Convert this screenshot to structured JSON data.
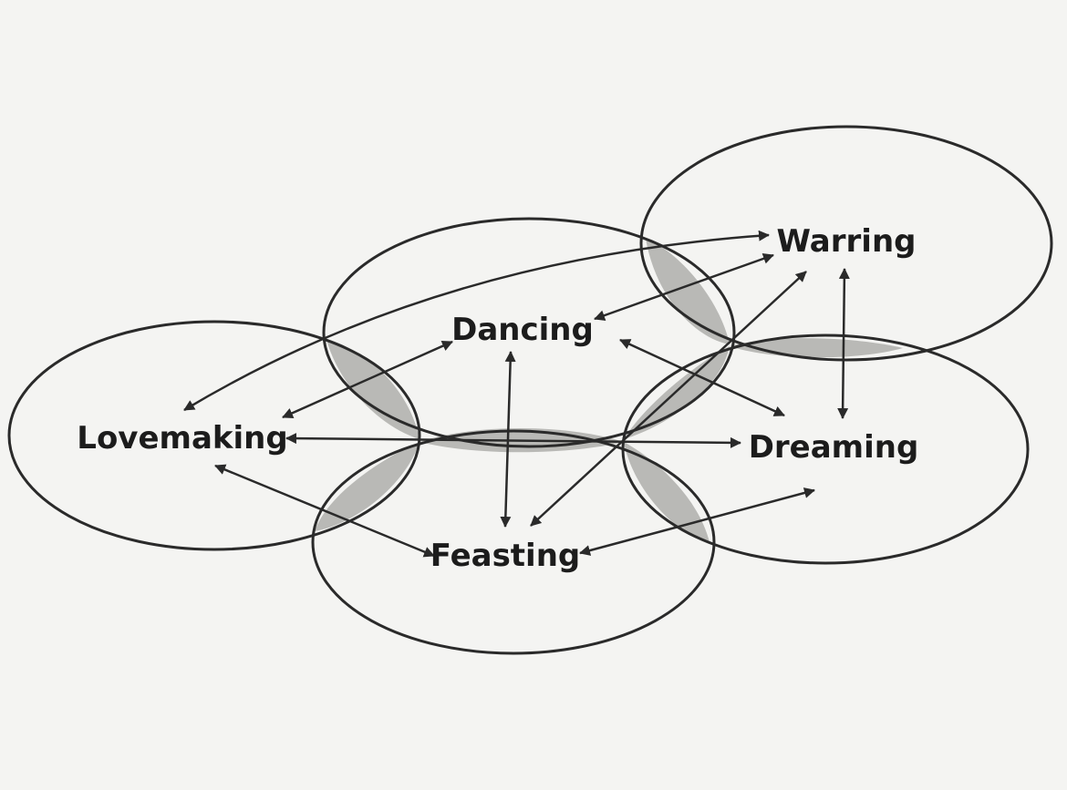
{
  "diagram": {
    "nodes": [
      {
        "id": "warring",
        "label": "Warring"
      },
      {
        "id": "dancing",
        "label": "Dancing"
      },
      {
        "id": "lovemaking",
        "label": "Lovemaking"
      },
      {
        "id": "dreaming",
        "label": "Dreaming"
      },
      {
        "id": "feasting",
        "label": "Feasting"
      }
    ],
    "edges": [
      {
        "from": "lovemaking",
        "to": "warring",
        "direction": "both"
      },
      {
        "from": "dancing",
        "to": "warring",
        "direction": "both"
      },
      {
        "from": "feasting",
        "to": "warring",
        "direction": "both"
      },
      {
        "from": "warring",
        "to": "dreaming",
        "direction": "both"
      },
      {
        "from": "dancing",
        "to": "dreaming",
        "direction": "both"
      },
      {
        "from": "lovemaking",
        "to": "dreaming",
        "direction": "both"
      },
      {
        "from": "lovemaking",
        "to": "dancing",
        "direction": "both"
      },
      {
        "from": "dancing",
        "to": "feasting",
        "direction": "both"
      },
      {
        "from": "lovemaking",
        "to": "feasting",
        "direction": "both"
      },
      {
        "from": "feasting",
        "to": "dreaming",
        "direction": "both"
      }
    ],
    "colors": {
      "stroke": "#2a2a2a",
      "overlap_fill": "#b9b9b6",
      "background": "#f4f4f2",
      "text": "#1c1c1c"
    }
  }
}
